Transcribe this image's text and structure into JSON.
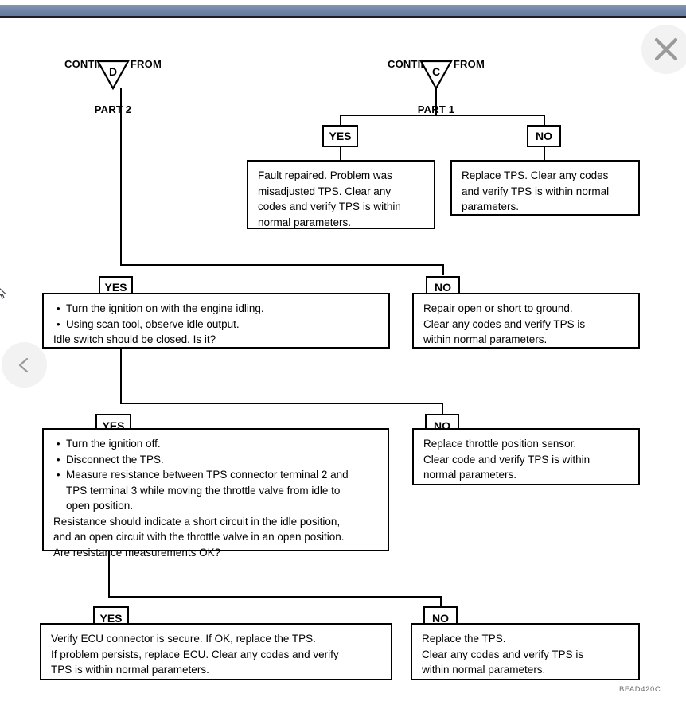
{
  "window": {
    "chrome_band_color": "#6e84a6",
    "background_color": "#ffffff"
  },
  "controls": {
    "prev_label": "previous-page",
    "close_label": "close",
    "icon_color": "#9a9a9a",
    "button_bg": "#f2f2f2"
  },
  "diagram": {
    "figure_code": "BFAD420C",
    "connectors": [
      {
        "title": "CONTINUED FROM",
        "subtitle": "PART 2",
        "letter": "D"
      },
      {
        "title": "CONTINUED FROM",
        "subtitle": "PART 1",
        "letter": "C"
      }
    ],
    "branch_labels": {
      "yes": "YES",
      "no": "NO"
    },
    "boxes": [
      {
        "id": "part1-yes-result",
        "branch": "YES",
        "lines": [
          "Fault repaired. Problem was",
          "misadjusted TPS. Clear any",
          "codes and verify TPS is within",
          "normal parameters."
        ]
      },
      {
        "id": "part1-no-result",
        "branch": "NO",
        "lines": [
          "Replace TPS. Clear any codes",
          "and verify TPS is within normal",
          "parameters."
        ]
      },
      {
        "id": "step-idle-switch",
        "branch": "YES",
        "bullets": [
          "Turn the ignition on with the engine idling.",
          "Using scan tool, observe idle output."
        ],
        "lines": [
          "Idle switch should be closed. Is it?"
        ]
      },
      {
        "id": "repair-open-short",
        "branch": "NO",
        "lines": [
          "Repair open or short to ground.",
          "Clear any codes and verify TPS is",
          "within normal parameters."
        ]
      },
      {
        "id": "step-measure-resistance",
        "branch": "YES",
        "bullets": [
          "Turn the ignition off.",
          "Disconnect the TPS.",
          "Measure resistance between TPS connector terminal 2 and\nTPS terminal 3 while moving the throttle valve from idle to\nopen position."
        ],
        "lines": [
          "Resistance should indicate a short circuit in the idle position,",
          "and an open circuit with the throttle valve in an open position.",
          "Are resistance measurements OK?"
        ]
      },
      {
        "id": "replace-throttle-position-sensor",
        "branch": "NO",
        "lines": [
          "Replace throttle position sensor.",
          "Clear code and verify TPS is within",
          "normal parameters."
        ]
      },
      {
        "id": "verify-ecu-connector",
        "branch": "YES",
        "lines": [
          "Verify ECU connector is secure. If OK, replace the TPS.",
          "If problem persists, replace ECU. Clear any codes and verify",
          "TPS is within normal parameters."
        ]
      },
      {
        "id": "replace-the-tps",
        "branch": "NO",
        "lines": [
          "Replace the TPS.",
          "Clear any codes and verify TPS is",
          "within normal parameters."
        ]
      }
    ]
  }
}
